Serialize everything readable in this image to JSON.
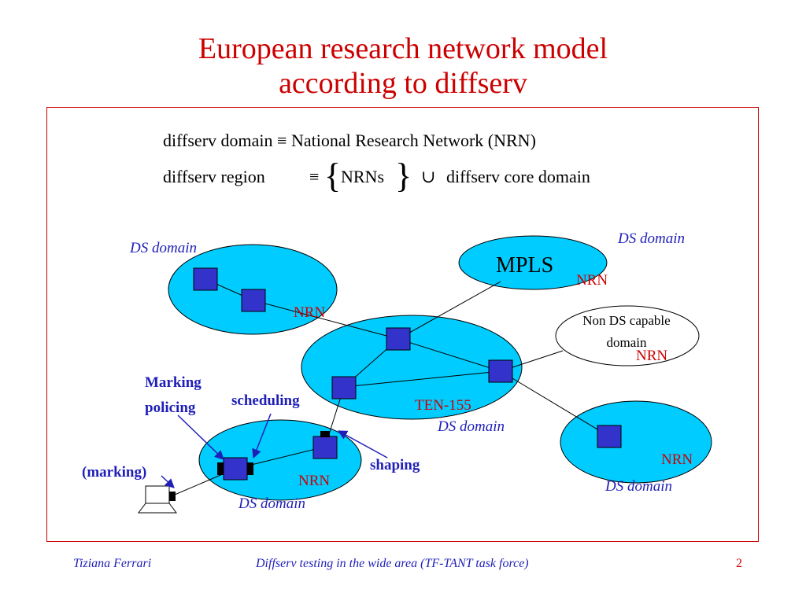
{
  "title": {
    "line1": "European research network model",
    "line2": "according to diffserv"
  },
  "formulas": {
    "domain_lhs": "diffserv domain",
    "domain_equiv": "≡",
    "domain_rhs": "National Research Network (NRN)",
    "region_lhs": "diffserv region",
    "region_equiv": "≡",
    "region_set": "NRNs",
    "region_union": "∪",
    "region_rhs": "diffserv core domain"
  },
  "diagram": {
    "ds_domain_label": "DS domain",
    "nrn_label": "NRN",
    "mpls_label": "MPLS",
    "ten155_label": "TEN-155",
    "non_ds_label_line1": "Non DS capable",
    "non_ds_label_line2": "domain",
    "marking_policing_line1": "Marking",
    "marking_policing_line2": "policing",
    "scheduling_label": "scheduling",
    "shaping_label": "shaping",
    "marking_paren_label": "(marking)",
    "colors": {
      "domain_fill": "#00ccff",
      "router_fill": "#3333cc",
      "label_blue": "#1f1fb8",
      "label_red": "#cc0000"
    }
  },
  "footer": {
    "author": "Tiziana Ferrari",
    "subtitle": "Diffserv testing in the wide area  (TF-TANT task force)",
    "page": "2"
  }
}
